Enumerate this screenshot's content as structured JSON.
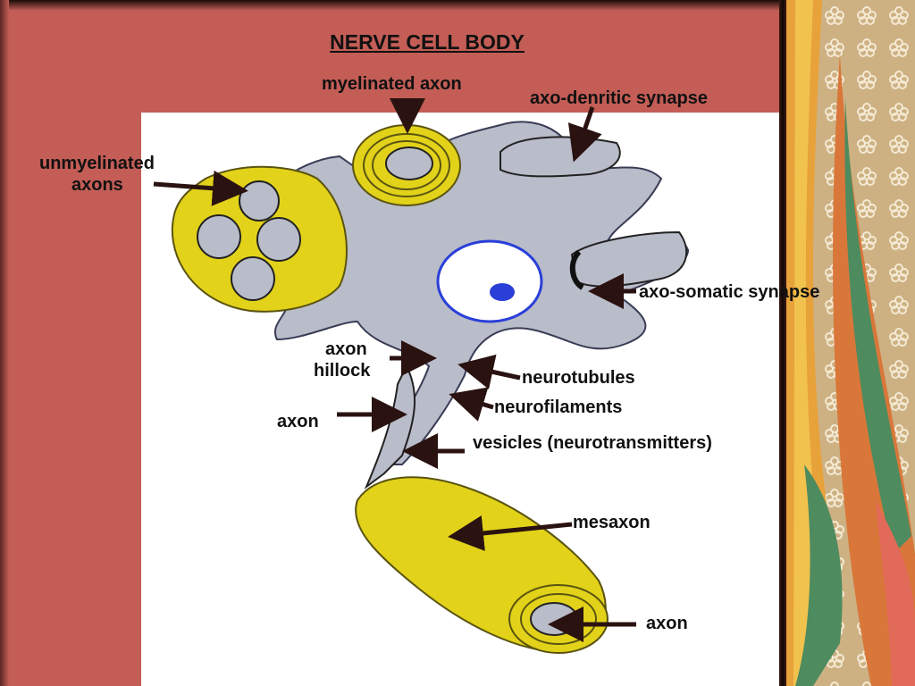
{
  "title": "NERVE CELL BODY",
  "labels": {
    "myelinated_axon": "myelinated axon",
    "axo_dendritic": "axo-denritic synapse",
    "unmyelinated_1": "unmyelinated",
    "unmyelinated_2": "axons",
    "axo_somatic": "axo-somatic synapse",
    "axon_hillock_1": "axon",
    "axon_hillock_2": "hillock",
    "neurotubules": "neurotubules",
    "neurofilaments": "neurofilaments",
    "axon": "axon",
    "vesicles": "vesicles (neurotransmitters)",
    "mesaxon": "mesaxon",
    "axon_bottom": "axon"
  },
  "colors": {
    "background": "#c35d56",
    "panel": "#ffffff",
    "cell": "#b9bcc9",
    "myelin": "#e3d21a",
    "nucleus": "#2a3fd8",
    "arrow": "#2a1210"
  }
}
